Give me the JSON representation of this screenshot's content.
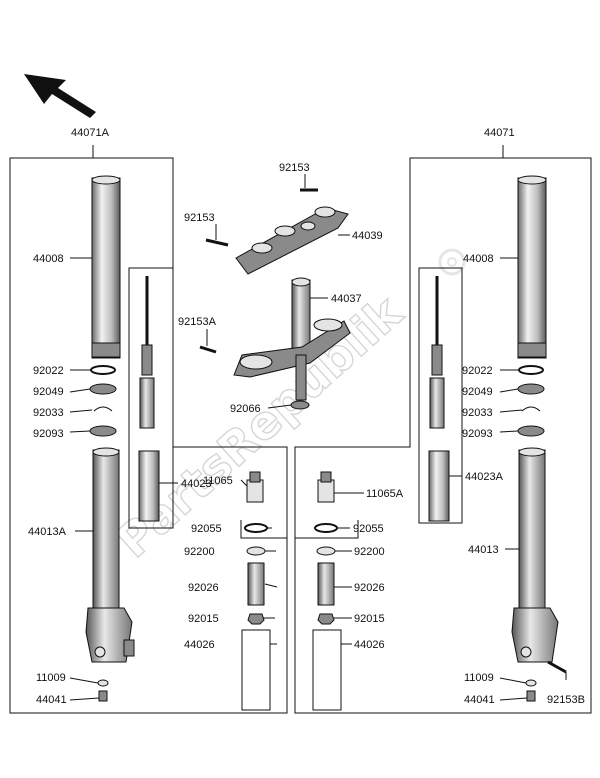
{
  "watermark": "PartsRepublik",
  "arrow_icon": "direction-arrow-icon",
  "assemblies": {
    "left": "44071A",
    "right": "44071"
  },
  "labels": [
    {
      "id": "l-44008-a",
      "text": "44008"
    },
    {
      "id": "l-92022-a",
      "text": "92022"
    },
    {
      "id": "l-92049-a",
      "text": "92049"
    },
    {
      "id": "l-92033-a",
      "text": "92033"
    },
    {
      "id": "l-92093-a",
      "text": "92093"
    },
    {
      "id": "l-44013A",
      "text": "44013A"
    },
    {
      "id": "l-44023",
      "text": "44023"
    },
    {
      "id": "l-11009-a",
      "text": "11009"
    },
    {
      "id": "l-44041-a",
      "text": "44041"
    },
    {
      "id": "l-92153-t",
      "text": "92153"
    },
    {
      "id": "l-92153-m",
      "text": "92153"
    },
    {
      "id": "l-44039",
      "text": "44039"
    },
    {
      "id": "l-92153A",
      "text": "92153A"
    },
    {
      "id": "l-44037",
      "text": "44037"
    },
    {
      "id": "l-92066",
      "text": "92066"
    },
    {
      "id": "l-11065",
      "text": "11065"
    },
    {
      "id": "l-92055-a",
      "text": "92055"
    },
    {
      "id": "l-92200-a",
      "text": "92200"
    },
    {
      "id": "l-92026-a",
      "text": "92026"
    },
    {
      "id": "l-92015-a",
      "text": "92015"
    },
    {
      "id": "l-44026-a",
      "text": "44026"
    },
    {
      "id": "l-11065A",
      "text": "11065A"
    },
    {
      "id": "l-92055-b",
      "text": "92055"
    },
    {
      "id": "l-92200-b",
      "text": "92200"
    },
    {
      "id": "l-92026-b",
      "text": "92026"
    },
    {
      "id": "l-92015-b",
      "text": "92015"
    },
    {
      "id": "l-44026-b",
      "text": "44026"
    },
    {
      "id": "l-44008-b",
      "text": "44008"
    },
    {
      "id": "l-92022-b",
      "text": "92022"
    },
    {
      "id": "l-92049-b",
      "text": "92049"
    },
    {
      "id": "l-92033-b",
      "text": "92033"
    },
    {
      "id": "l-92093-b",
      "text": "92093"
    },
    {
      "id": "l-44023A",
      "text": "44023A"
    },
    {
      "id": "l-44013",
      "text": "44013"
    },
    {
      "id": "l-11009-b",
      "text": "11009"
    },
    {
      "id": "l-44041-b",
      "text": "44041"
    },
    {
      "id": "l-92153B",
      "text": "92153B"
    }
  ]
}
